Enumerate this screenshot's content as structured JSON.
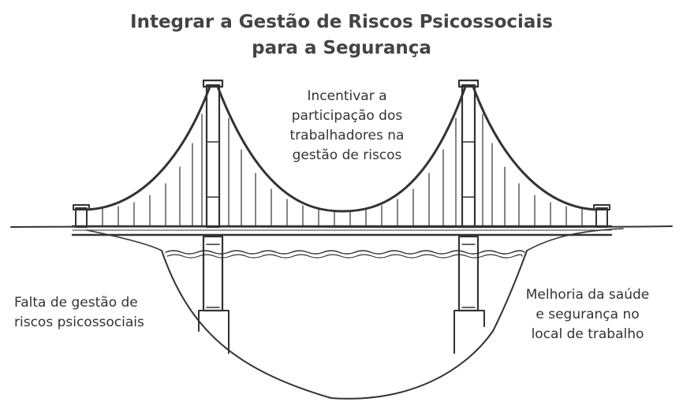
{
  "title": {
    "line1": "Integrar a Gestão de Riscos Psicossociais",
    "line2": "para a Segurança"
  },
  "labels": {
    "top": [
      "Incentivar a",
      "participação dos",
      "trabalhadores na",
      "gestão de riscos"
    ],
    "left": [
      "Falta de gestão de",
      "riscos psicossociais"
    ],
    "right": [
      "Melhoria da saúde",
      "e segurança no",
      "local de trabalho"
    ]
  },
  "colors": {
    "ink": "#333333",
    "background": "#ffffff"
  }
}
